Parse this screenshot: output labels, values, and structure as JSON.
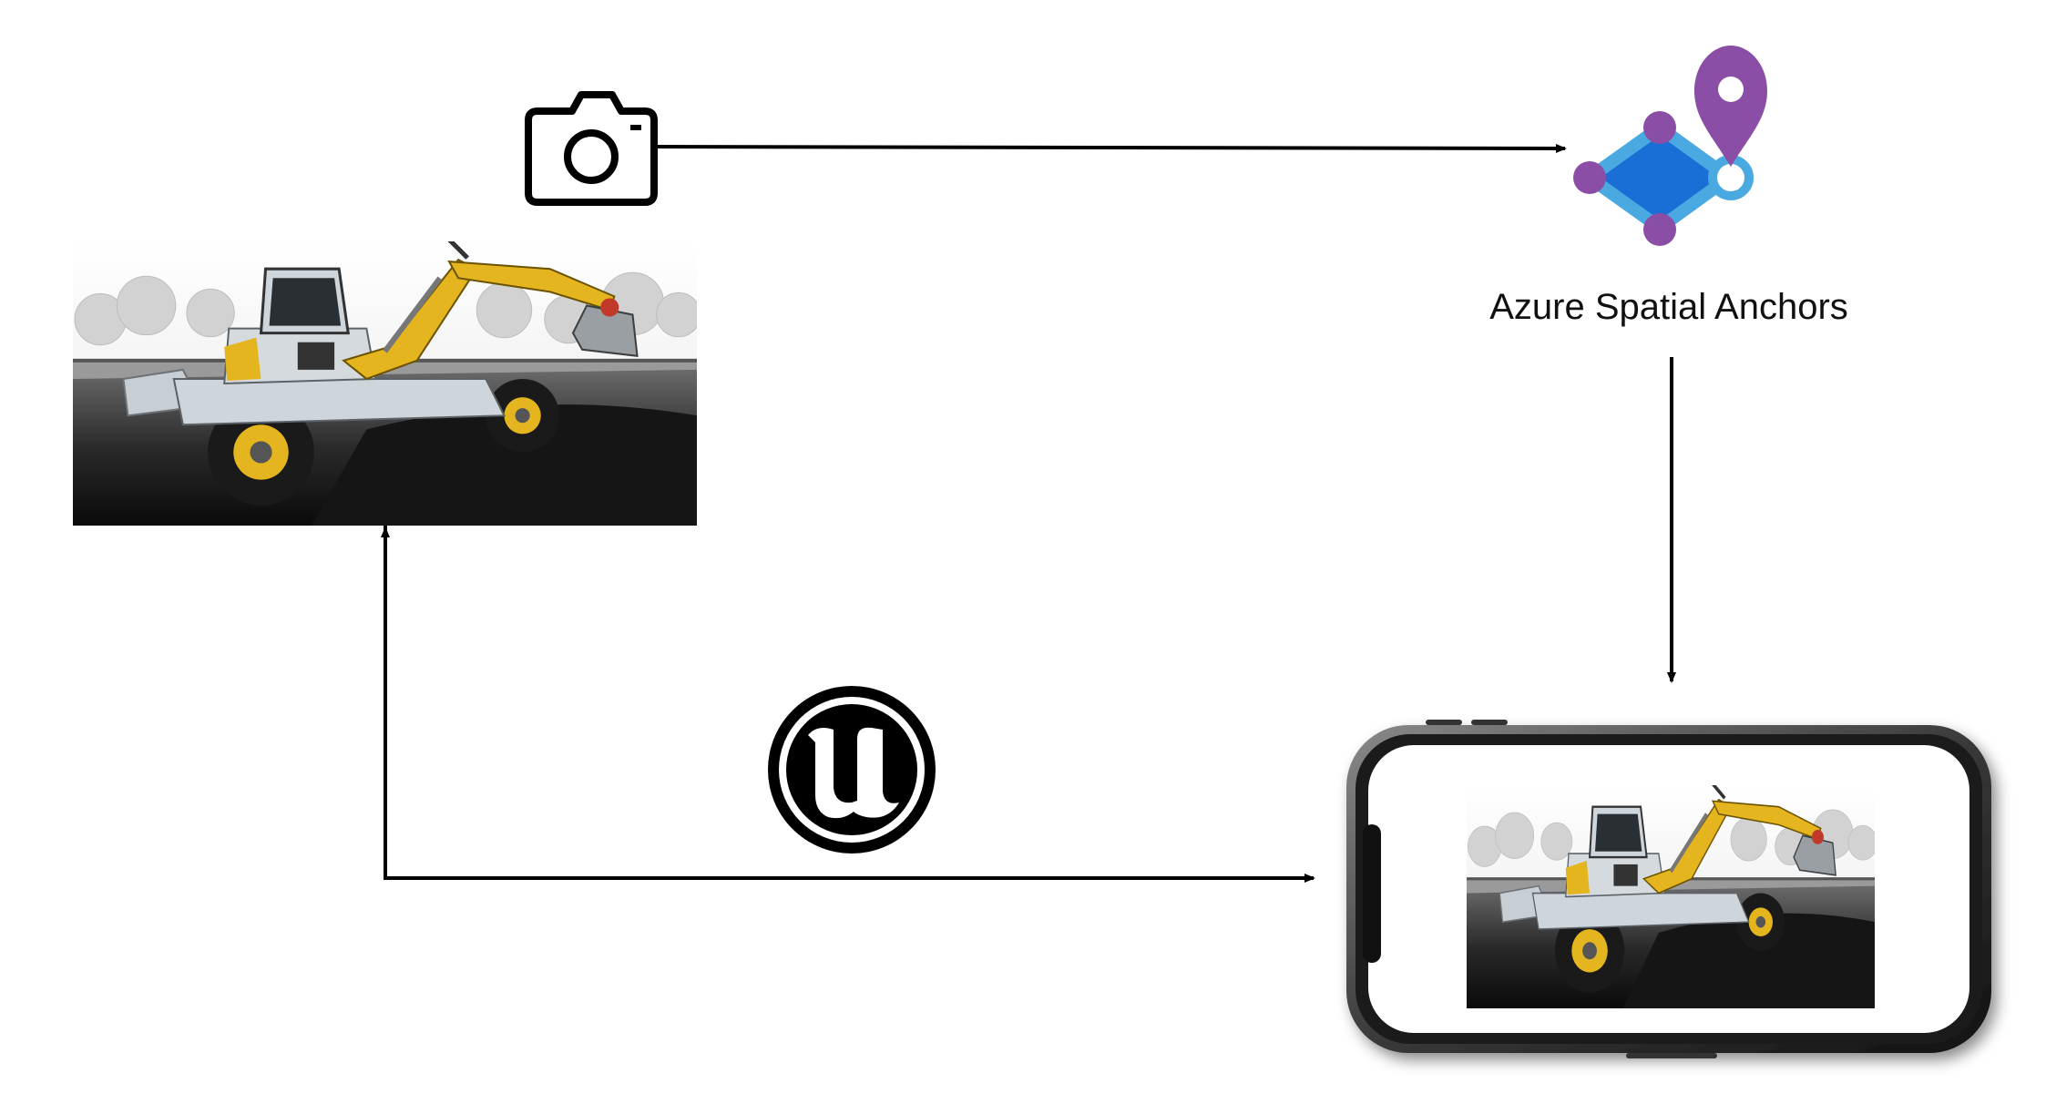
{
  "diagram": {
    "labels": {
      "azure_spatial_anchors": "Azure Spatial Anchors"
    },
    "colors": {
      "arrow": "#000000",
      "anchor_fill": "#1a6fd6",
      "anchor_stroke": "#49a9e0",
      "anchor_nodes": "#8b4ea6",
      "excavator_yellow": "#e5b51f",
      "phone_frame": "#333333"
    },
    "icons": {
      "camera": "camera-icon",
      "azure": "azure-spatial-anchors-icon",
      "unreal": "unreal-engine-logo",
      "phone": "smartphone"
    }
  }
}
